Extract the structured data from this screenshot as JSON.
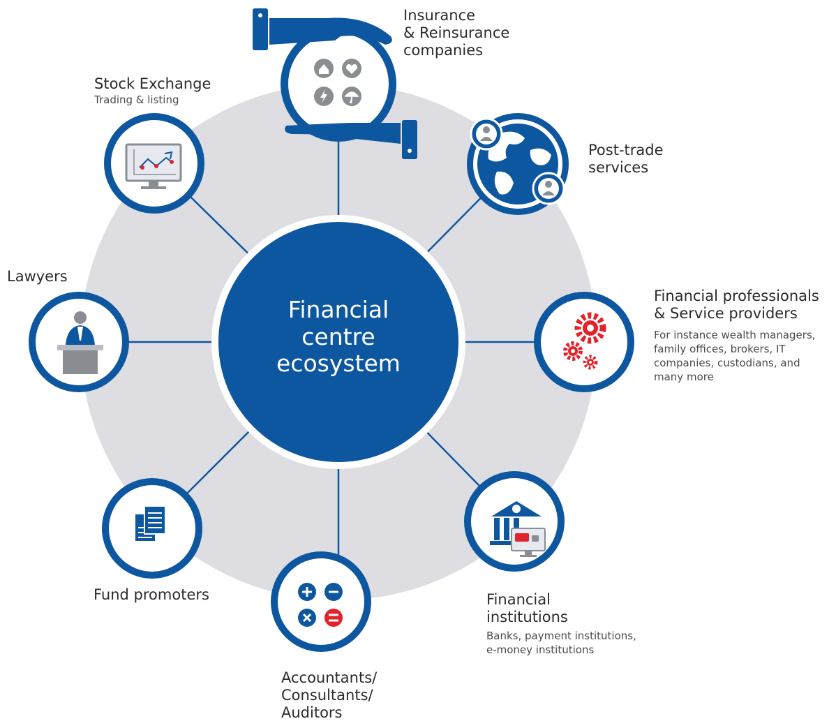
{
  "colors": {
    "navy": "#0d56a0",
    "ring_grey": "#dedee2",
    "accent_red": "#e2232b",
    "icon_light": "#e6eaf0",
    "icon_grey": "#8a8d92"
  },
  "center": {
    "lines": [
      "Financial",
      "centre",
      "ecosystem"
    ]
  },
  "nodes": [
    {
      "id": "insurance",
      "icon": "hands-shield-icon",
      "title_lines": [
        "Insurance",
        "& Reinsurance",
        "companies"
      ],
      "sub_lines": []
    },
    {
      "id": "post-trade",
      "icon": "globe-people-icon",
      "title_lines": [
        "Post-trade",
        "services"
      ],
      "sub_lines": []
    },
    {
      "id": "financial-professionals",
      "icon": "gears-icon",
      "title_lines": [
        "Financial professionals",
        "& Service providers"
      ],
      "sub_lines": [
        "For instance wealth managers,",
        "family offices, brokers, IT",
        "companies, custodians, and",
        "many more"
      ]
    },
    {
      "id": "financial-institutions",
      "icon": "bank-card-icon",
      "title_lines": [
        "Financial",
        "institutions"
      ],
      "sub_lines": [
        "Banks, payment institutions,",
        "e-money institutions"
      ]
    },
    {
      "id": "accountants",
      "icon": "calculator-symbols-icon",
      "title_lines": [
        "Accountants/",
        "Consultants/",
        "Auditors"
      ],
      "sub_lines": []
    },
    {
      "id": "fund-promoters",
      "icon": "documents-icon",
      "title_lines": [
        "Fund promoters"
      ],
      "sub_lines": []
    },
    {
      "id": "lawyers",
      "icon": "lawyer-desk-icon",
      "title_lines": [
        "Lawyers"
      ],
      "sub_lines": []
    },
    {
      "id": "stock-exchange",
      "icon": "monitor-chart-icon",
      "title_lines": [
        "Stock Exchange"
      ],
      "sub_lines": [
        "Trading & listing"
      ]
    }
  ]
}
